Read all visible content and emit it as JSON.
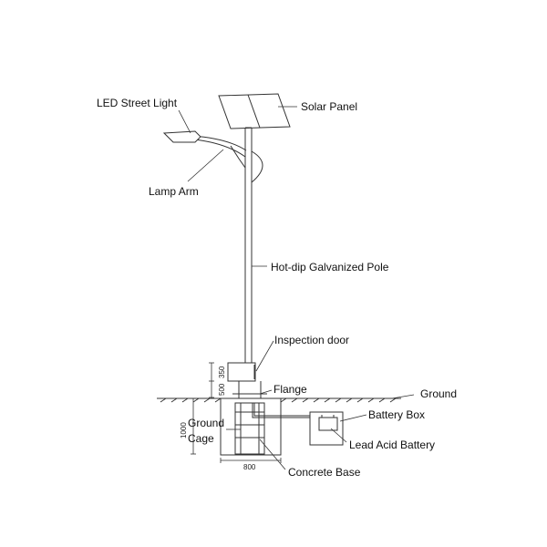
{
  "labels": {
    "led_street_light": "LED Street Light",
    "solar_panel": "Solar Panel",
    "lamp_arm": "Lamp Arm",
    "pole": "Hot-dip Galvanized Pole",
    "inspection_door": "Inspection door",
    "flange": "Flange",
    "ground": "Ground",
    "battery_box": "Battery Box",
    "ground_cage_line1": "Ground",
    "ground_cage_line2": "Cage",
    "lead_acid_battery": "Lead Acid Battery",
    "concrete_base": "Concrete Base"
  },
  "dimensions": {
    "door_height": "350",
    "base_above_ground": "500",
    "foundation_depth": "1000",
    "foundation_width": "800"
  },
  "colors": {
    "line": "#333333",
    "text": "#111111"
  }
}
